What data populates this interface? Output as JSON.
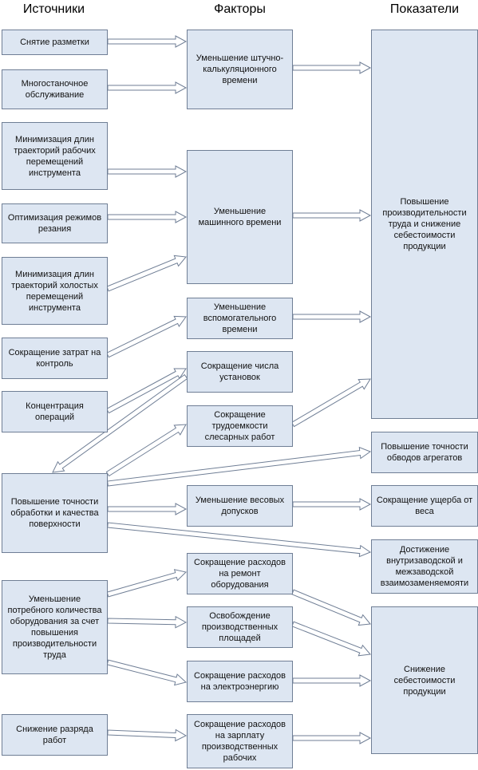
{
  "headers": {
    "sources": "Источники",
    "factors": "Факторы",
    "indicators": "Показатели"
  },
  "sources": {
    "s1": "Снятие разметки",
    "s2": "Многостаночное обслуживание",
    "s3": "Минимизация длин траекторий рабочих перемещений инструмента",
    "s4": "Оптимизация режимов резания",
    "s5": "Минимизация длин траекторий холостых перемещений инструмента",
    "s6": "Сокращение затрат на контроль",
    "s7": "Концентрация операций",
    "s8": "Повышение точности обработки и качества поверхности",
    "s9": "Уменьшение потребного количества оборудования за счет повышения производительности труда",
    "s10": "Снижение разряда работ"
  },
  "factors": {
    "f1": "Уменьшение штучно-калькуляционного времени",
    "f2": "Уменьшение машинного времени",
    "f3": "Уменьшение вспомогательного времени",
    "f4": "Сокращение числа установок",
    "f5": "Сокращение трудоемкости слесарных работ",
    "f6": "Уменьшение весовых допусков",
    "f7": "Сокращение расходов на ремонт оборудования",
    "f8": "Освобождение производственных площадей",
    "f9": "Сокращение расходов на электроэнергию",
    "f10": "Сокращение расходов на зарплату производственных рабочих"
  },
  "indicators": {
    "i1": "Повышение производительности труда и снижение себестоимости продукции",
    "i2": "Повышение точности обводов агрегатов",
    "i3": "Сокращение ущерба от веса",
    "i4": "Достижение внутризаводской и межзаводской взаимозаменяемояти",
    "i5": "Снижение себестоимости продукции"
  },
  "colors": {
    "box_fill": "#dde6f2",
    "box_border": "#6f7e95",
    "arrow": "#6f7e95"
  }
}
